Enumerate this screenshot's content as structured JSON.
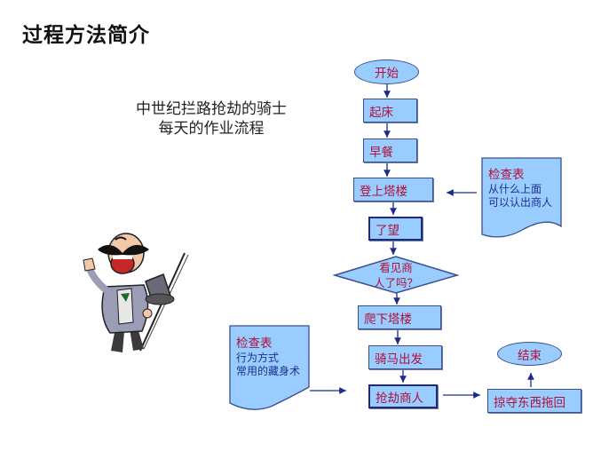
{
  "slide": {
    "title": "过程方法简介",
    "subtitle_line1": "中世纪拦路抢劫的骑士",
    "subtitle_line2": "每天的作业流程"
  },
  "colors": {
    "shape_fill": "#99ccff",
    "shape_border": "#3a4f8f",
    "node_text": "#b0103a",
    "note_text": "#1c2f8f",
    "arrow": "#1e2a8a"
  },
  "flowchart": {
    "start": "开始",
    "steps": [
      "起床",
      "早餐",
      "登上塔楼",
      "了望"
    ],
    "decision_line1": "看见商",
    "decision_line2": "人了吗？",
    "steps2": [
      "爬下塔楼",
      "骑马出发",
      "抢劫商人",
      "掠夺东西拖回"
    ],
    "end": "结束"
  },
  "notes": [
    {
      "heading": "检查表",
      "line1": "从什么上面",
      "line2": "可以认出商人"
    },
    {
      "heading": "检查表",
      "line1": "行为方式",
      "line2": "常用的藏身术"
    }
  ],
  "illustration": {
    "description": "cartoon knight with mustache holding top hat and cane"
  }
}
